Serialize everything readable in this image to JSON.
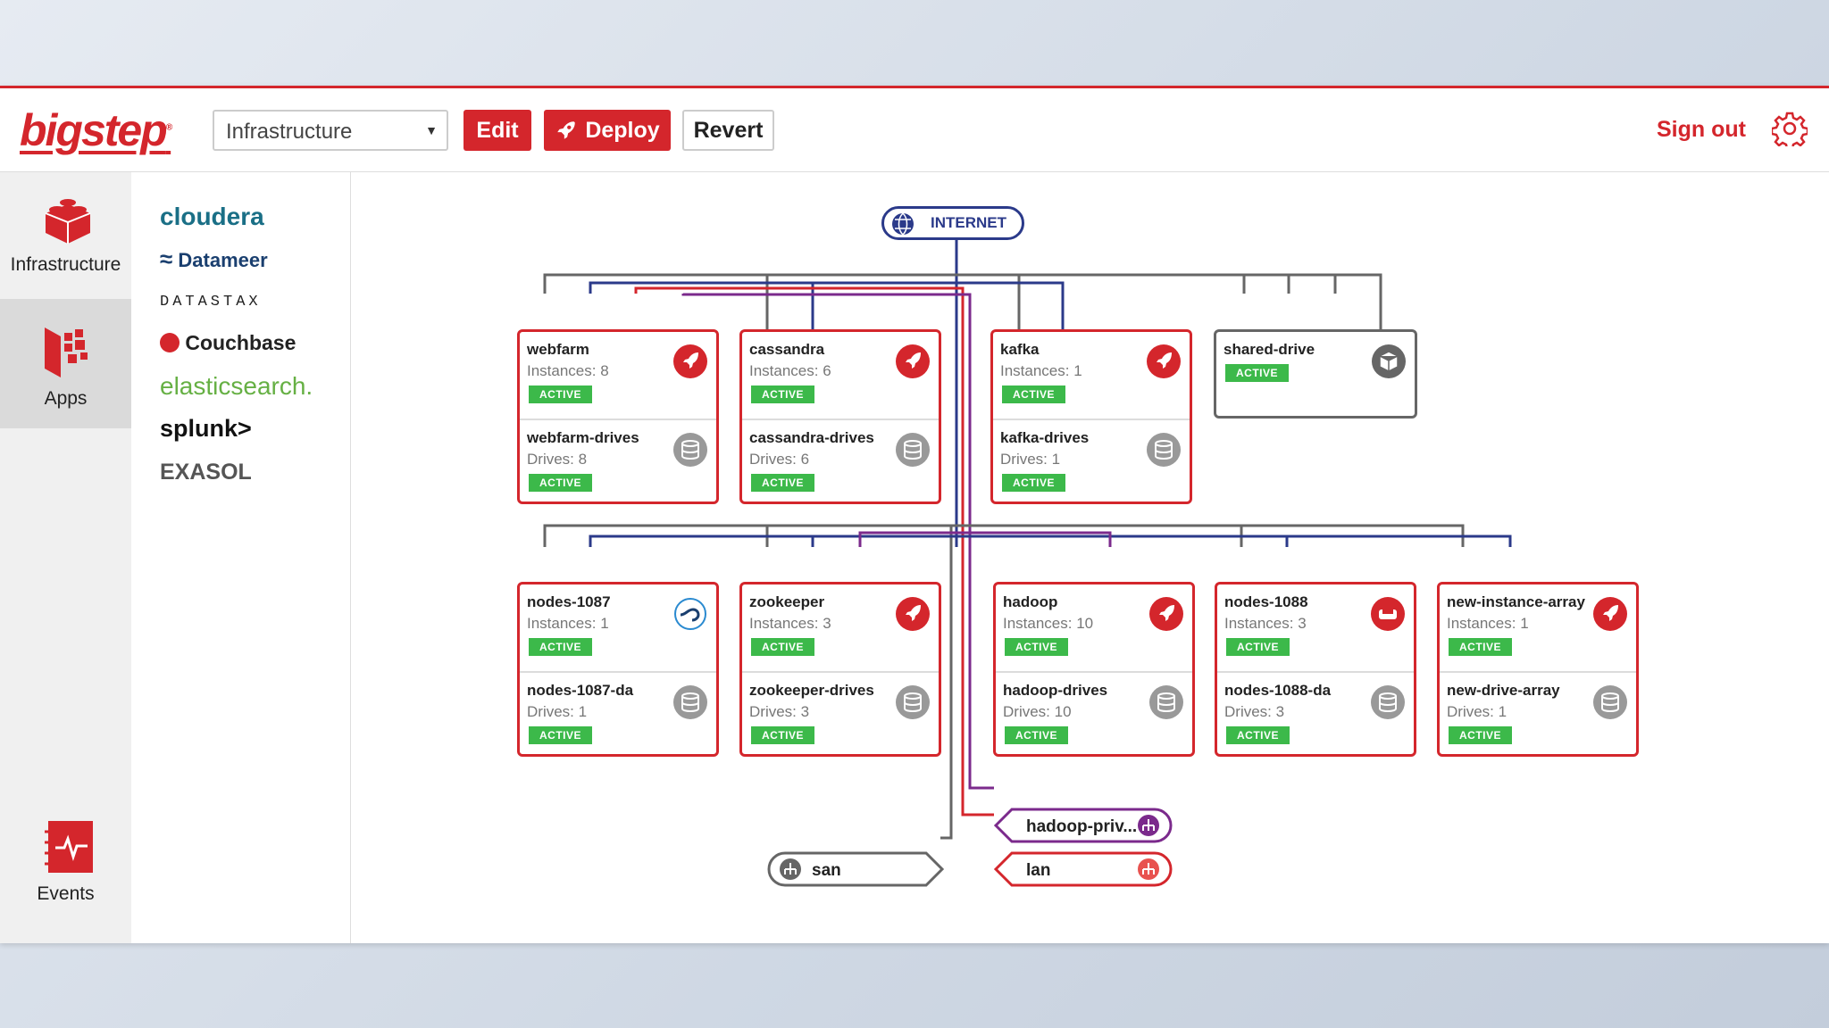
{
  "topbar": {
    "logo": "bigstep",
    "select_value": "Infrastructure",
    "edit_label": "Edit",
    "deploy_label": "Deploy",
    "revert_label": "Revert",
    "signout_label": "Sign out"
  },
  "nav": {
    "infrastructure": "Infrastructure",
    "apps": "Apps",
    "events": "Events"
  },
  "apps": [
    "cloudera",
    "Datameer",
    "DATASTAX",
    "Couchbase",
    "elasticsearch.",
    "splunk>",
    "EXASOL"
  ],
  "diagram": {
    "internet": "INTERNET",
    "row1": [
      {
        "name": "webfarm",
        "sub": "Instances: 8",
        "status": "ACTIVE",
        "drive": "webfarm-drives",
        "drive_sub": "Drives: 8",
        "drive_status": "ACTIVE",
        "icon": "rocket-icon"
      },
      {
        "name": "cassandra",
        "sub": "Instances: 6",
        "status": "ACTIVE",
        "drive": "cassandra-drives",
        "drive_sub": "Drives: 6",
        "drive_status": "ACTIVE",
        "icon": "rocket-icon"
      },
      {
        "name": "kafka",
        "sub": "Instances: 1",
        "status": "ACTIVE",
        "drive": "kafka-drives",
        "drive_sub": "Drives: 1",
        "drive_status": "ACTIVE",
        "icon": "rocket-icon"
      }
    ],
    "shared": {
      "name": "shared-drive",
      "status": "ACTIVE"
    },
    "row2": [
      {
        "name": "nodes-1087",
        "sub": "Instances: 1",
        "status": "ACTIVE",
        "drive": "nodes-1087-da",
        "drive_sub": "Drives: 1",
        "drive_status": "ACTIVE",
        "icon": "datameer-icon"
      },
      {
        "name": "zookeeper",
        "sub": "Instances: 3",
        "status": "ACTIVE",
        "drive": "zookeeper-drives",
        "drive_sub": "Drives: 3",
        "drive_status": "ACTIVE",
        "icon": "rocket-icon"
      },
      {
        "name": "hadoop",
        "sub": "Instances: 10",
        "status": "ACTIVE",
        "drive": "hadoop-drives",
        "drive_sub": "Drives: 10",
        "drive_status": "ACTIVE",
        "icon": "rocket-icon"
      },
      {
        "name": "nodes-1088",
        "sub": "Instances: 3",
        "status": "ACTIVE",
        "drive": "nodes-1088-da",
        "drive_sub": "Drives: 3",
        "drive_status": "ACTIVE",
        "icon": "couchbase-icon"
      },
      {
        "name": "new-instance-array",
        "sub": "Instances: 1",
        "status": "ACTIVE",
        "drive": "new-drive-array",
        "drive_sub": "Drives: 1",
        "drive_status": "ACTIVE",
        "icon": "rocket-icon"
      }
    ],
    "networks": {
      "hadoop_priv": "hadoop-priv...",
      "san": "san",
      "lan": "lan"
    }
  },
  "colors": {
    "accent": "#d4262c",
    "active": "#3cb94a",
    "wan": "#2b3a8a",
    "purple": "#7b2a8c",
    "gray": "#666666"
  }
}
